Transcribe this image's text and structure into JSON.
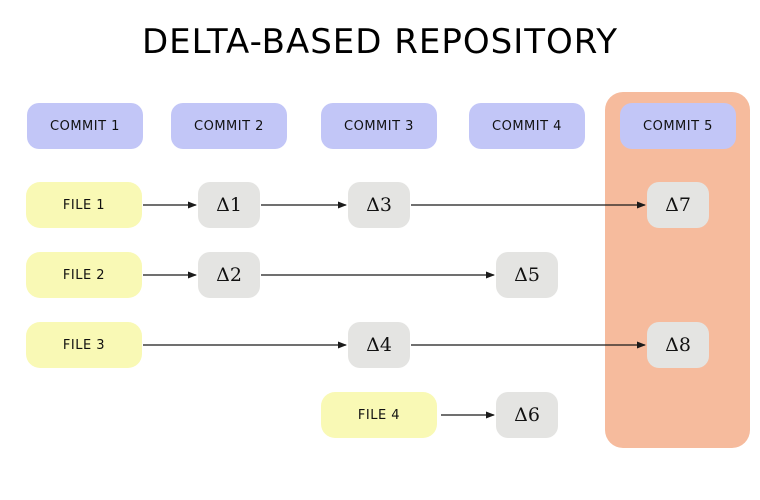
{
  "title": "DELTA-BASED REPOSITORY",
  "colors": {
    "commit": "#c2c6f7",
    "file": "#f9f9b5",
    "delta": "#e4e4e2",
    "highlight": "#f6bb9d",
    "arrow": "#1a1a1a"
  },
  "commits": [
    {
      "id": "commit-1",
      "label": "COMMIT 1"
    },
    {
      "id": "commit-2",
      "label": "COMMIT 2"
    },
    {
      "id": "commit-3",
      "label": "COMMIT 3"
    },
    {
      "id": "commit-4",
      "label": "COMMIT 4"
    },
    {
      "id": "commit-5",
      "label": "COMMIT 5",
      "highlighted": true
    }
  ],
  "files": [
    {
      "id": "file-1",
      "label": "FILE 1",
      "column": 1,
      "row": 1
    },
    {
      "id": "file-2",
      "label": "FILE 2",
      "column": 1,
      "row": 2
    },
    {
      "id": "file-3",
      "label": "FILE 3",
      "column": 1,
      "row": 3
    },
    {
      "id": "file-4",
      "label": "FILE 4",
      "column": 3,
      "row": 4
    }
  ],
  "deltas": [
    {
      "id": "delta-1",
      "label": "Δ1",
      "column": 2,
      "row": 1
    },
    {
      "id": "delta-2",
      "label": "Δ2",
      "column": 2,
      "row": 2
    },
    {
      "id": "delta-3",
      "label": "Δ3",
      "column": 3,
      "row": 1
    },
    {
      "id": "delta-4",
      "label": "Δ4",
      "column": 3,
      "row": 3
    },
    {
      "id": "delta-5",
      "label": "Δ5",
      "column": 4,
      "row": 2
    },
    {
      "id": "delta-6",
      "label": "Δ6",
      "column": 4,
      "row": 4
    },
    {
      "id": "delta-7",
      "label": "Δ7",
      "column": 5,
      "row": 1
    },
    {
      "id": "delta-8",
      "label": "Δ8",
      "column": 5,
      "row": 3
    }
  ],
  "edges": [
    {
      "from": "file-1",
      "to": "delta-1"
    },
    {
      "from": "delta-1",
      "to": "delta-3"
    },
    {
      "from": "delta-3",
      "to": "delta-7"
    },
    {
      "from": "file-2",
      "to": "delta-2"
    },
    {
      "from": "delta-2",
      "to": "delta-5"
    },
    {
      "from": "file-3",
      "to": "delta-4"
    },
    {
      "from": "delta-4",
      "to": "delta-8"
    },
    {
      "from": "file-4",
      "to": "delta-6"
    }
  ]
}
